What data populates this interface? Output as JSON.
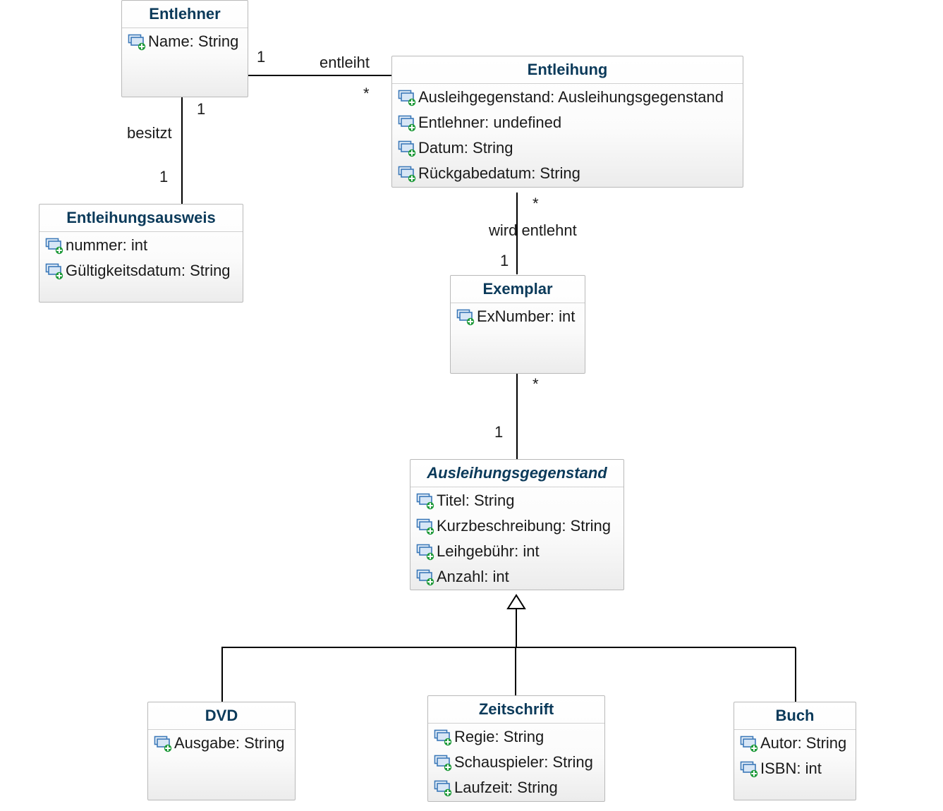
{
  "classes": {
    "entlehner": {
      "name": "Entlehner",
      "attributes": [
        "Name: String"
      ]
    },
    "entleihung": {
      "name": "Entleihung",
      "attributes": [
        "Ausleihgegenstand: Ausleihungsgegenstand",
        "Entlehner: undefined",
        "Datum: String",
        "Rückgabedatum: String"
      ]
    },
    "entleihungsausweis": {
      "name": "Entleihungsausweis",
      "attributes": [
        "nummer: int",
        "Gültigkeitsdatum: String"
      ]
    },
    "exemplar": {
      "name": "Exemplar",
      "attributes": [
        "ExNumber: int"
      ]
    },
    "ausleihungsgegenstand": {
      "name": "Ausleihungsgegenstand",
      "abstract": true,
      "attributes": [
        "Titel: String",
        "Kurzbeschreibung: String",
        "Leihgebühr: int",
        "Anzahl: int"
      ]
    },
    "dvd": {
      "name": "DVD",
      "attributes": [
        "Ausgabe: String"
      ]
    },
    "zeitschrift": {
      "name": "Zeitschrift",
      "attributes": [
        "Regie: String",
        "Schauspieler: String",
        "Laufzeit: String"
      ]
    },
    "buch": {
      "name": "Buch",
      "attributes": [
        "Autor: String",
        "ISBN: int"
      ]
    }
  },
  "associations": {
    "entleiht": {
      "label": "entleiht",
      "source_mult": "1",
      "target_mult": "*"
    },
    "besitzt": {
      "label": "besitzt",
      "source_mult": "1",
      "target_mult": "1"
    },
    "wird_entlehnt": {
      "label": "wird entlehnt",
      "source_mult": "*",
      "target_mult": "1"
    },
    "exemplar_gegenstand": {
      "source_mult": "*",
      "target_mult": "1"
    }
  },
  "colors": {
    "class_name": "#0b3a5a",
    "border": "#b9b9b9",
    "line": "#000000",
    "icon_frame": "#3b78b8",
    "icon_plus": "#1f9a3a"
  },
  "icons": {
    "attribute": "public-attribute-icon",
    "generalization": "hollow-triangle-arrow"
  }
}
